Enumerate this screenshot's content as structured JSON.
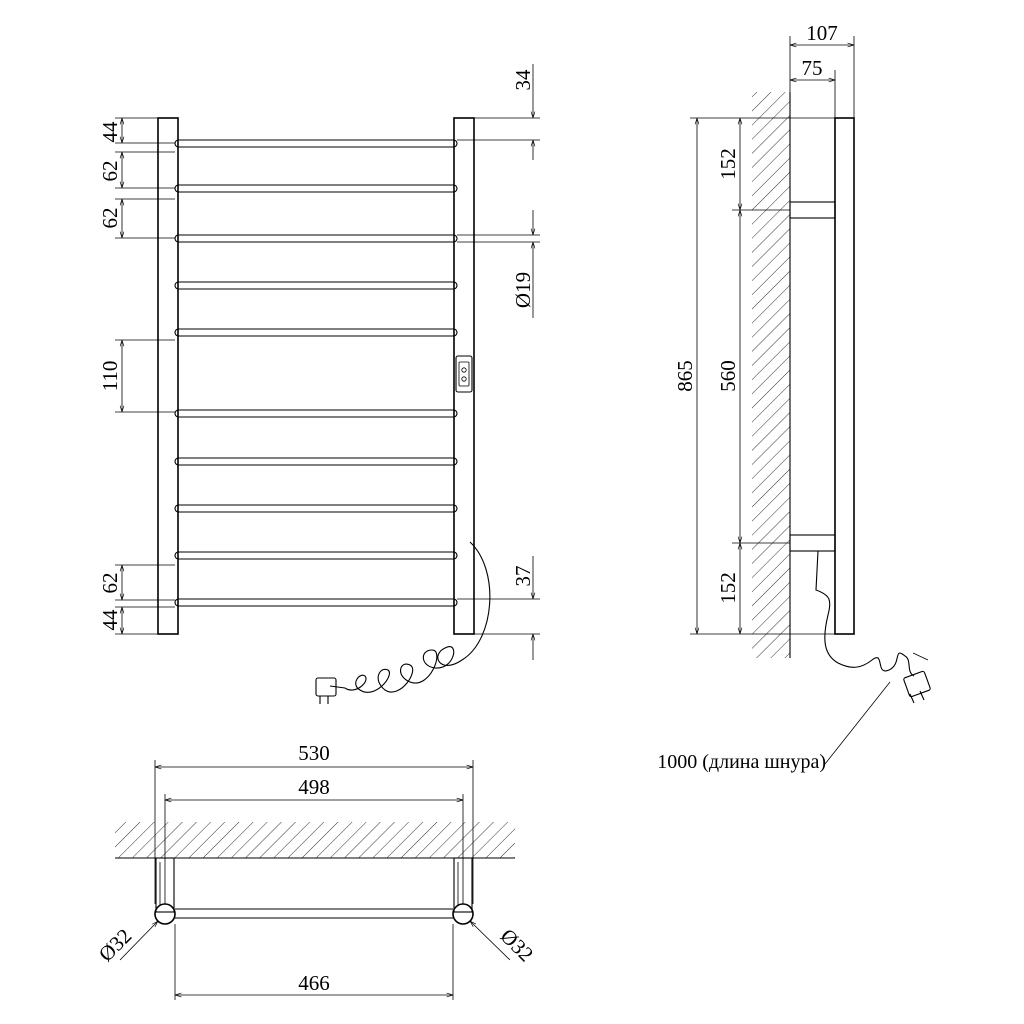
{
  "dimensions": {
    "front": {
      "d44_top": "44",
      "d62_a": "62",
      "d62_b": "62",
      "d110": "110",
      "d62_c": "62",
      "d44_bottom": "44",
      "d34": "34",
      "dia19": "Ø19",
      "d37": "37"
    },
    "side": {
      "d107": "107",
      "d75": "75",
      "d865": "865",
      "d152_top": "152",
      "d560": "560",
      "d152_bottom": "152",
      "cord_note": "1000 (длина шнура)"
    },
    "top": {
      "d530": "530",
      "d498": "498",
      "d466": "466",
      "dia32_left": "Ø32",
      "dia32_right": "Ø32"
    }
  }
}
